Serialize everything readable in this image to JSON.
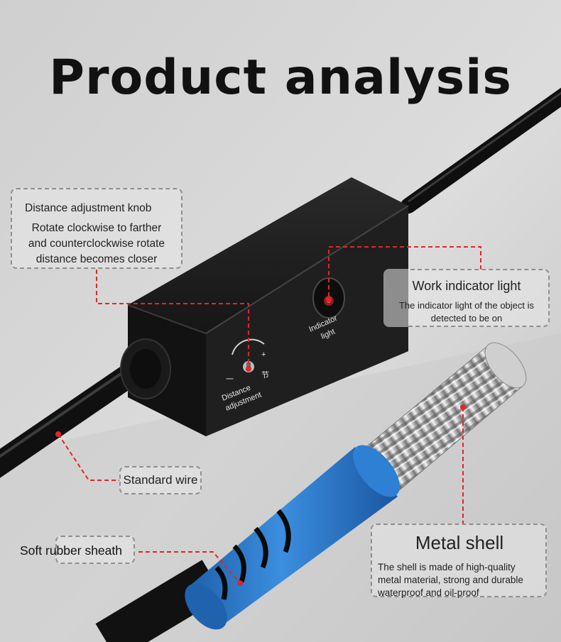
{
  "title": "Product analysis",
  "callouts": {
    "knob": {
      "title": "Distance adjustment knob",
      "lines": [
        "Rotate clockwise to farther",
        "and counterclockwise rotate",
        "distance becomes closer"
      ]
    },
    "indicator": {
      "title": "Work indicator light",
      "lines": [
        "The indicator light of the object is",
        "detected to be on"
      ]
    },
    "wire": {
      "label": "Standard wire"
    },
    "sheath": {
      "label": "Soft rubber sheath"
    },
    "metal": {
      "title": "Metal shell",
      "lines": [
        "The shell is made of high-quality",
        "metal material, strong and durable",
        "waterproof and oil-proof"
      ]
    }
  },
  "device_labels": {
    "indicator_1": "Indicator",
    "indicator_2": "light",
    "distance_1": "Distance",
    "distance_2": "adjustment",
    "minus": "一",
    "plus": "+",
    "char": "节"
  },
  "colors": {
    "background": "#d4d4d4",
    "leader_line": "#e0262b",
    "cable": "#141414",
    "sleeve": "#2a78c8",
    "housing": "#1c1c1c"
  }
}
